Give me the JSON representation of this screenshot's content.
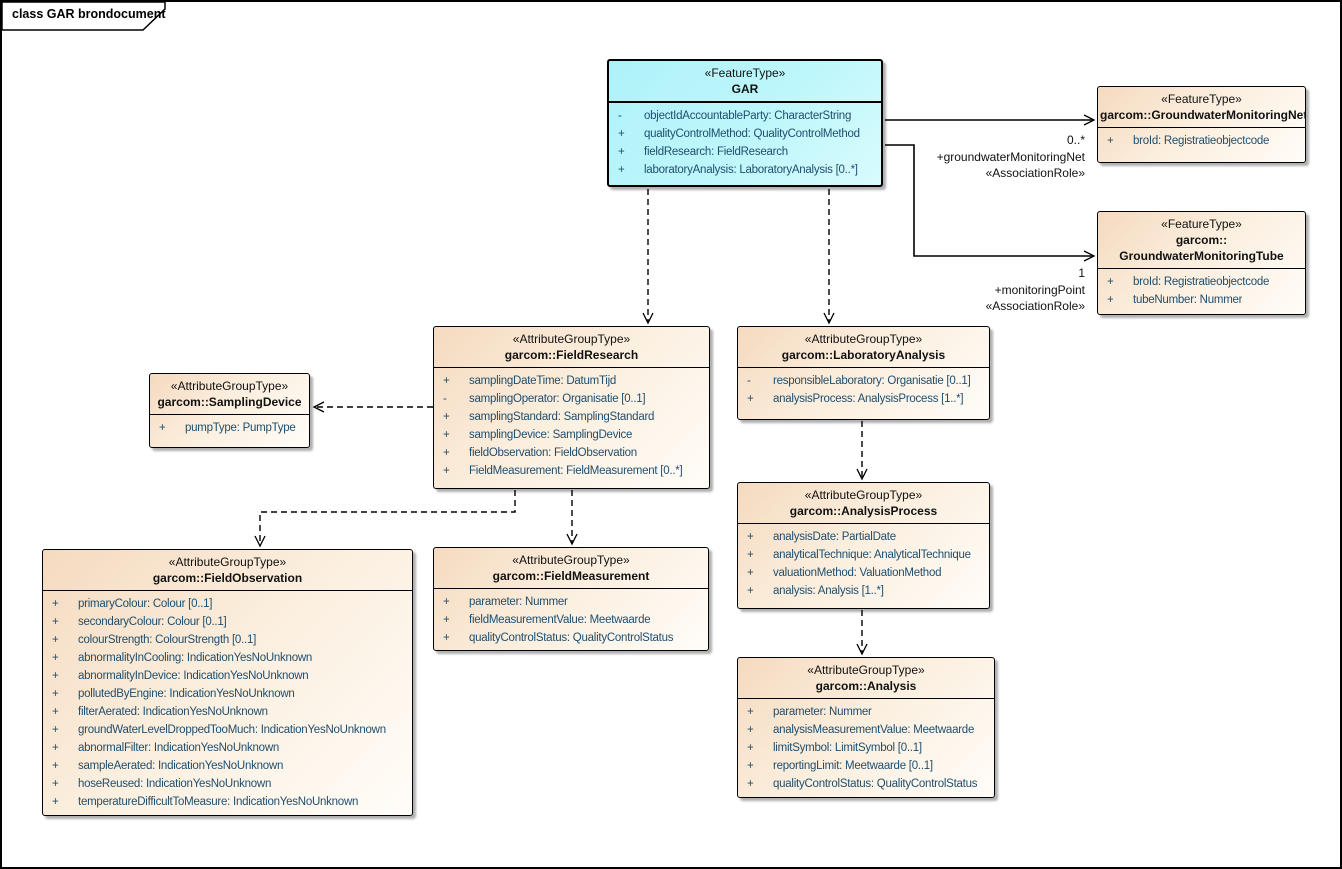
{
  "frame": {
    "title": "class GAR brondocument"
  },
  "colors": {
    "gar_fill": "#B6F5FA",
    "group_fill_start": "#F5DABF",
    "group_fill_end": "#FFFDF9",
    "border": "#000000",
    "attribute_text": "#1F4E6E",
    "shadow": "#6E6E6E"
  },
  "classes": [
    {
      "stereotype": "«FeatureType»",
      "name": "GAR",
      "attributes": [
        {
          "vis": "-",
          "text": "objectIdAccountableParty: CharacterString"
        },
        {
          "vis": "+",
          "text": "qualityControlMethod: QualityControlMethod"
        },
        {
          "vis": "+",
          "text": "fieldResearch: FieldResearch"
        },
        {
          "vis": "+",
          "text": "laboratoryAnalysis: LaboratoryAnalysis [0..*]"
        }
      ]
    },
    {
      "stereotype": "«FeatureType»",
      "name": "garcom::GroundwaterMonitoringNet",
      "attributes": [
        {
          "vis": "+",
          "text": "broId: Registratieobjectcode"
        }
      ]
    },
    {
      "stereotype": "«FeatureType»",
      "name": "garcom::\nGroundwaterMonitoringTube",
      "attributes": [
        {
          "vis": "+",
          "text": "broId: Registratieobjectcode"
        },
        {
          "vis": "+",
          "text": "tubeNumber: Nummer"
        }
      ]
    },
    {
      "stereotype": "«AttributeGroupType»",
      "name": "garcom::FieldResearch",
      "attributes": [
        {
          "vis": "+",
          "text": "samplingDateTime: DatumTijd"
        },
        {
          "vis": "-",
          "text": "samplingOperator: Organisatie [0..1]"
        },
        {
          "vis": "+",
          "text": "samplingStandard: SamplingStandard"
        },
        {
          "vis": "+",
          "text": "samplingDevice: SamplingDevice"
        },
        {
          "vis": "+",
          "text": "fieldObservation: FieldObservation"
        },
        {
          "vis": "+",
          "text": "FieldMeasurement: FieldMeasurement [0..*]"
        }
      ]
    },
    {
      "stereotype": "«AttributeGroupType»",
      "name": "garcom::LaboratoryAnalysis",
      "attributes": [
        {
          "vis": "-",
          "text": "responsibleLaboratory: Organisatie [0..1]"
        },
        {
          "vis": "+",
          "text": "analysisProcess: AnalysisProcess [1..*]"
        }
      ]
    },
    {
      "stereotype": "«AttributeGroupType»",
      "name": "garcom::SamplingDevice",
      "attributes": [
        {
          "vis": "+",
          "text": "pumpType: PumpType"
        }
      ]
    },
    {
      "stereotype": "«AttributeGroupType»",
      "name": "garcom::FieldObservation",
      "attributes": [
        {
          "vis": "+",
          "text": "primaryColour: Colour [0..1]"
        },
        {
          "vis": "+",
          "text": "secondaryColour: Colour [0..1]"
        },
        {
          "vis": "+",
          "text": "colourStrength: ColourStrength [0..1]"
        },
        {
          "vis": "+",
          "text": "abnormalityInCooling: IndicationYesNoUnknown"
        },
        {
          "vis": "+",
          "text": "abnormalityInDevice: IndicationYesNoUnknown"
        },
        {
          "vis": "+",
          "text": "pollutedByEngine: IndicationYesNoUnknown"
        },
        {
          "vis": "+",
          "text": "filterAerated: IndicationYesNoUnknown"
        },
        {
          "vis": "+",
          "text": "groundWaterLevelDroppedTooMuch: IndicationYesNoUnknown"
        },
        {
          "vis": "+",
          "text": "abnormalFilter: IndicationYesNoUnknown"
        },
        {
          "vis": "+",
          "text": "sampleAerated: IndicationYesNoUnknown"
        },
        {
          "vis": "+",
          "text": "hoseReused: IndicationYesNoUnknown"
        },
        {
          "vis": "+",
          "text": "temperatureDifficultToMeasure: IndicationYesNoUnknown"
        }
      ]
    },
    {
      "stereotype": "«AttributeGroupType»",
      "name": "garcom::FieldMeasurement",
      "attributes": [
        {
          "vis": "+",
          "text": "parameter: Nummer"
        },
        {
          "vis": "+",
          "text": "fieldMeasurementValue: Meetwaarde"
        },
        {
          "vis": "+",
          "text": "qualityControlStatus: QualityControlStatus"
        }
      ]
    },
    {
      "stereotype": "«AttributeGroupType»",
      "name": "garcom::AnalysisProcess",
      "attributes": [
        {
          "vis": "+",
          "text": "analysisDate: PartialDate"
        },
        {
          "vis": "+",
          "text": "analyticalTechnique: AnalyticalTechnique"
        },
        {
          "vis": "+",
          "text": "valuationMethod: ValuationMethod"
        },
        {
          "vis": "+",
          "text": "analysis: Analysis [1..*]"
        }
      ]
    },
    {
      "stereotype": "«AttributeGroupType»",
      "name": "garcom::Analysis",
      "attributes": [
        {
          "vis": "+",
          "text": "parameter: Nummer"
        },
        {
          "vis": "+",
          "text": "analysisMeasurementValue: Meetwaarde"
        },
        {
          "vis": "+",
          "text": "limitSymbol: LimitSymbol [0..1]"
        },
        {
          "vis": "+",
          "text": "reportingLimit: Meetwaarde [0..1]"
        },
        {
          "vis": "+",
          "text": "qualityControlStatus: QualityControlStatus"
        }
      ]
    }
  ],
  "associations": {
    "net": {
      "multiplicity": "0..*",
      "role": "+groundwaterMonitoringNet",
      "stereotype": "«AssociationRole»"
    },
    "tube": {
      "multiplicity": "1",
      "role": "+monitoringPoint",
      "stereotype": "«AssociationRole»"
    }
  }
}
